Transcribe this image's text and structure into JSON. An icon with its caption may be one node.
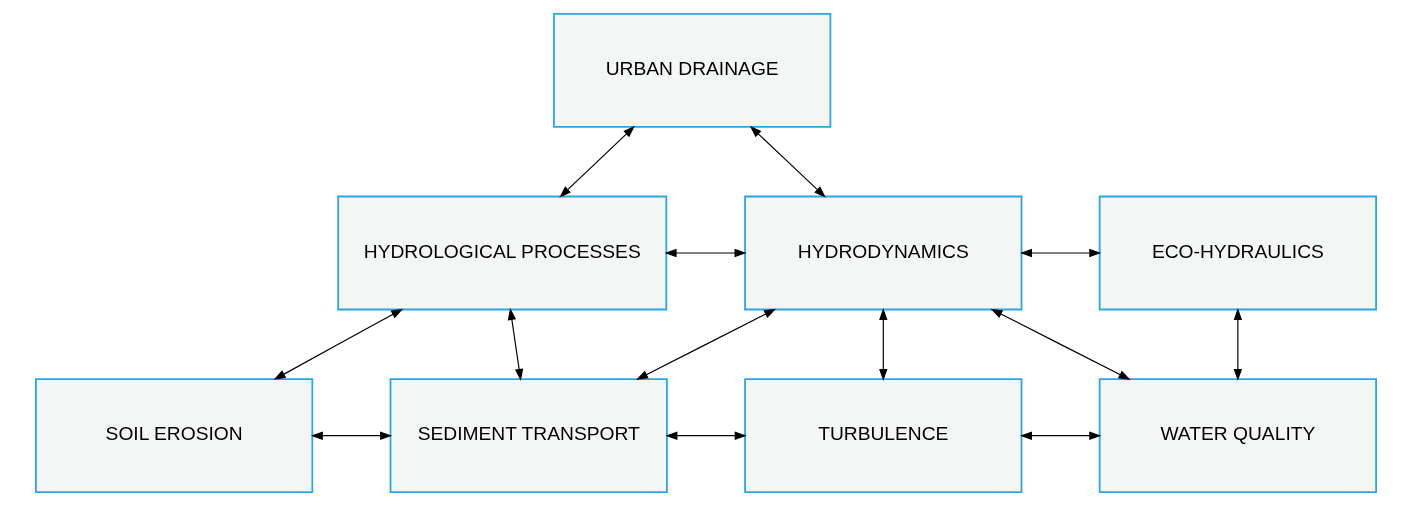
{
  "diagram": {
    "nodes": [
      {
        "text": [
          "URBAN DRAINAGE"
        ]
      },
      {
        "text": [
          "HYDROLOGICAL PROCESSES"
        ]
      },
      {
        "text": [
          "HYDRODYNAMICS"
        ]
      },
      {
        "text": [
          "ECO-HYDRAULICS"
        ]
      },
      {
        "text": [
          "SOIL EROSION"
        ]
      },
      {
        "text": [
          "SEDIMENT TRANSPORT"
        ]
      },
      {
        "text": [
          "TURBULENCE"
        ]
      },
      {
        "text": [
          "WATER QUALITY"
        ]
      }
    ],
    "edges": [
      {
        "from": 0,
        "to": 1,
        "arrow": "both"
      },
      {
        "from": 0,
        "to": 2,
        "arrow": "both"
      },
      {
        "from": 1,
        "to": 2,
        "arrow": "both"
      },
      {
        "from": 2,
        "to": 3,
        "arrow": "both"
      },
      {
        "from": 1,
        "to": 4,
        "arrow": "both"
      },
      {
        "from": 1,
        "to": 5,
        "arrow": "both"
      },
      {
        "from": 5,
        "to": 2,
        "arrow": "both"
      },
      {
        "from": 2,
        "to": 6,
        "arrow": "both"
      },
      {
        "from": 2,
        "to": 7,
        "arrow": "both"
      },
      {
        "from": 3,
        "to": 7,
        "arrow": "both"
      },
      {
        "from": 4,
        "to": 5,
        "arrow": "both"
      },
      {
        "from": 5,
        "to": 6,
        "arrow": "both"
      },
      {
        "from": 6,
        "to": 7,
        "arrow": "both"
      }
    ]
  }
}
